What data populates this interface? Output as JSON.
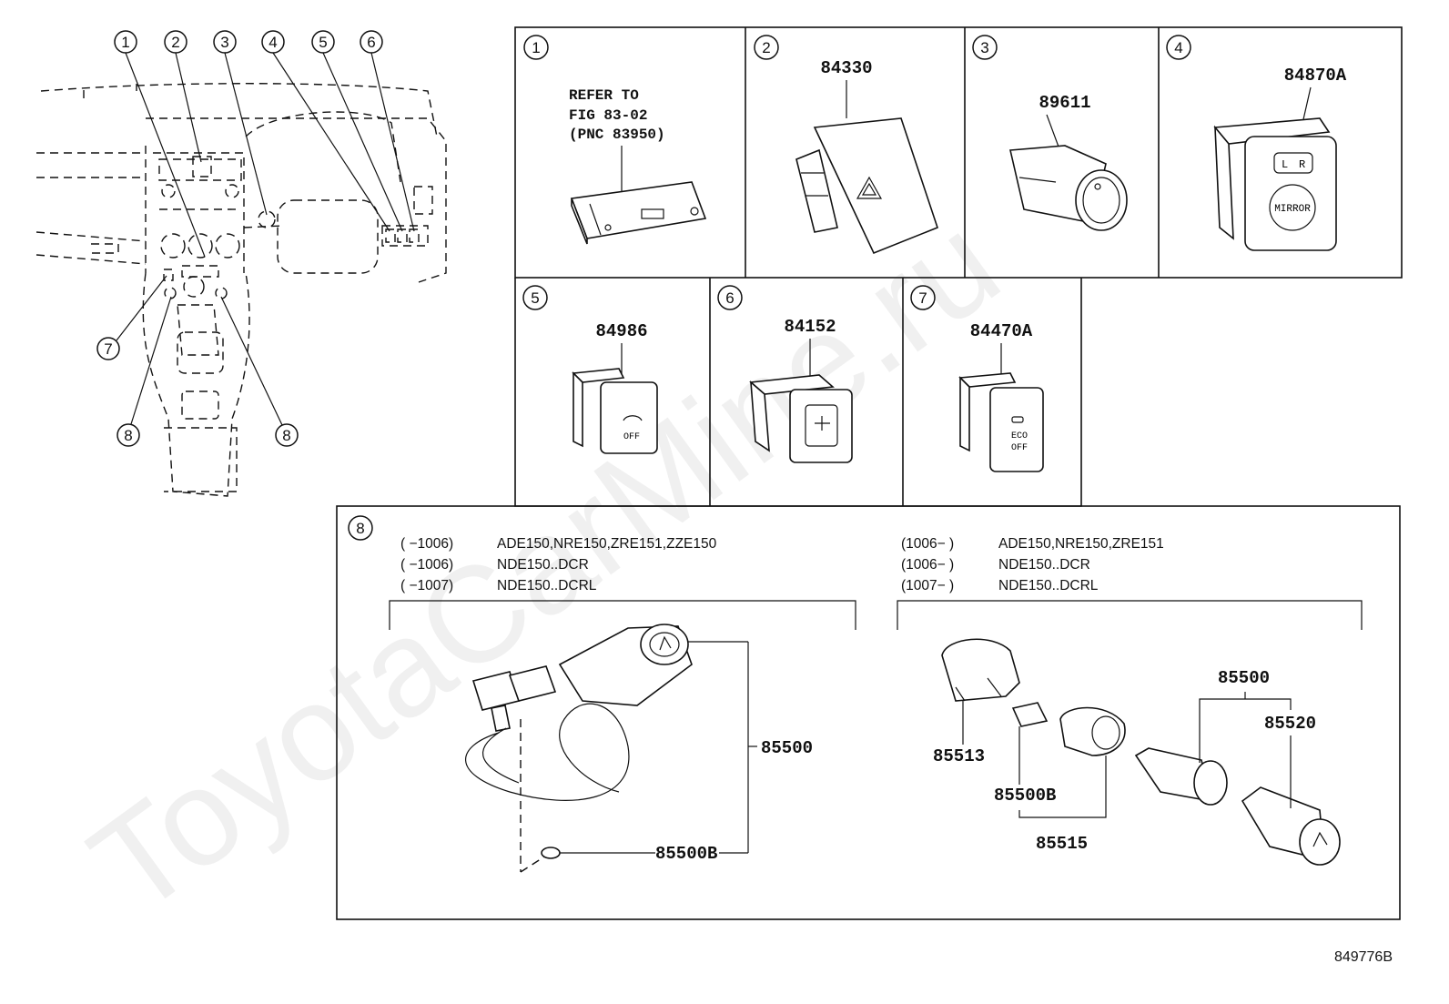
{
  "watermark": "ToyotaCarMine.ru",
  "diagram_id": "849776B",
  "overview": {
    "callouts": [
      "1",
      "2",
      "3",
      "4",
      "5",
      "6",
      "7",
      "8",
      "8"
    ]
  },
  "panels": [
    {
      "num": "1",
      "pnc": "",
      "ref_lines": [
        "REFER TO",
        "FIG 83-02",
        "(PNC 83950)"
      ]
    },
    {
      "num": "2",
      "pnc": "84330"
    },
    {
      "num": "3",
      "pnc": "89611"
    },
    {
      "num": "4",
      "pnc": "84870A",
      "labels": [
        "L",
        "R",
        "MIRROR"
      ]
    },
    {
      "num": "5",
      "pnc": "84986",
      "labels": [
        "OFF"
      ]
    },
    {
      "num": "6",
      "pnc": "84152"
    },
    {
      "num": "7",
      "pnc": "84470A",
      "labels": [
        "ECO",
        "OFF"
      ]
    },
    {
      "num": "8"
    }
  ],
  "panel8": {
    "left_notes": [
      {
        "range": "(        −1006)",
        "models": "ADE150,NRE150,ZRE151,ZZE150"
      },
      {
        "range": "(        −1006)",
        "models": "NDE150..DCR"
      },
      {
        "range": "(        −1007)",
        "models": "NDE150..DCRL"
      }
    ],
    "right_notes": [
      {
        "range": "(1006−        )",
        "models": "ADE150,NRE150,ZRE151"
      },
      {
        "range": "(1006−        )",
        "models": "NDE150..DCR"
      },
      {
        "range": "(1007−        )",
        "models": "NDE150..DCRL"
      }
    ],
    "left_parts": [
      "85500",
      "85500B"
    ],
    "right_parts": [
      "85513",
      "85500B",
      "85515",
      "85500",
      "85520"
    ]
  }
}
